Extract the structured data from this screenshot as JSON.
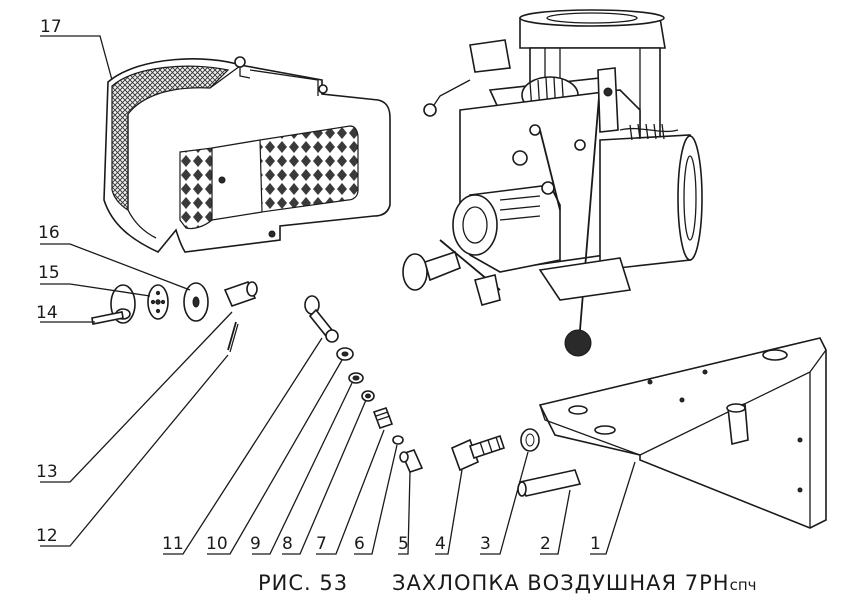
{
  "figure": {
    "caption_number": "РИС. 53",
    "caption_title": "ЗАХЛОПКА ВОЗДУШНАЯ 7РН",
    "caption_suffix": "спч"
  },
  "callouts": [
    "1",
    "2",
    "3",
    "4",
    "5",
    "6",
    "7",
    "8",
    "9",
    "10",
    "11",
    "12",
    "13",
    "14",
    "15",
    "16",
    "17"
  ]
}
